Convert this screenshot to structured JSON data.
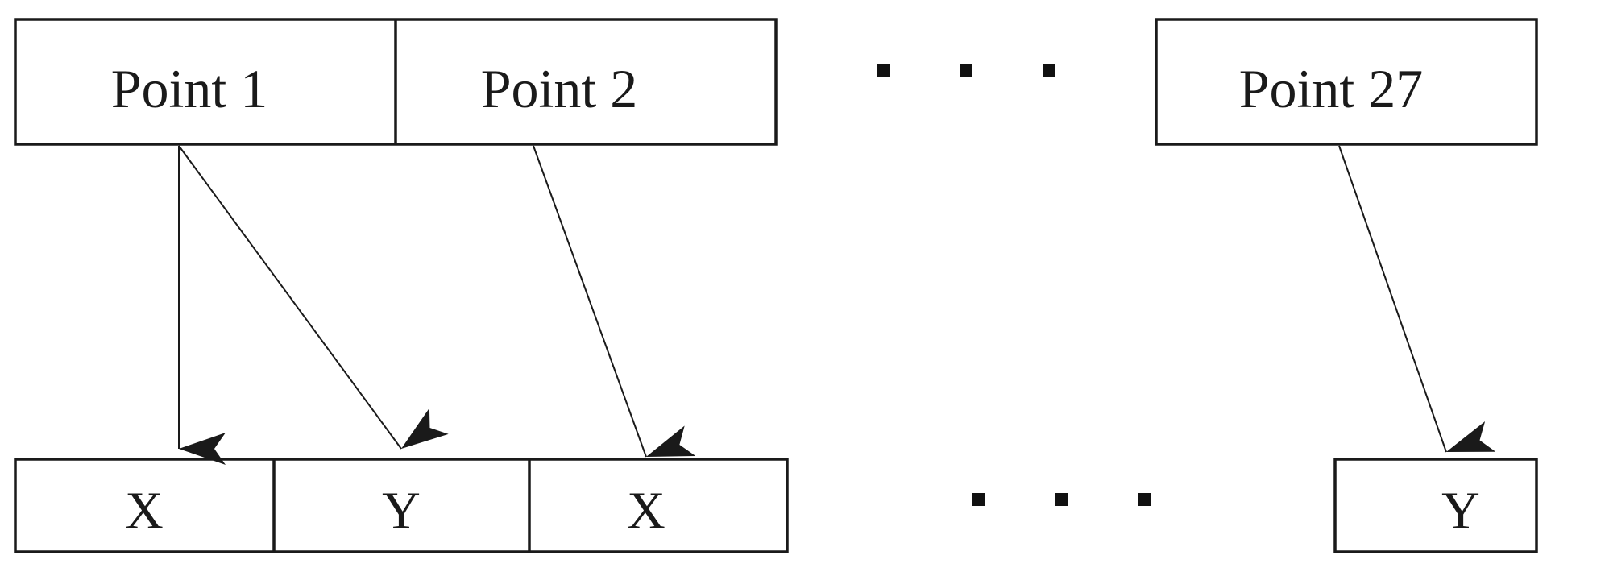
{
  "diagram": {
    "points_row": {
      "items": [
        {
          "label": "Point 1"
        },
        {
          "label": "Point 2"
        },
        {
          "label": "Point 27"
        }
      ]
    },
    "values_row": {
      "items": [
        {
          "label": "X"
        },
        {
          "label": "Y"
        },
        {
          "label": "X"
        },
        {
          "label": "Y"
        }
      ]
    },
    "mappings": [
      {
        "from": "Point 1",
        "to": "X (cell 1)"
      },
      {
        "from": "Point 1",
        "to": "Y (cell 2)"
      },
      {
        "from": "Point 2",
        "to": "X (cell 3)"
      },
      {
        "from": "Point 27",
        "to": "Y (last cell)"
      }
    ],
    "colors": {
      "stroke": "#1a1a1a",
      "background": "#ffffff"
    }
  }
}
